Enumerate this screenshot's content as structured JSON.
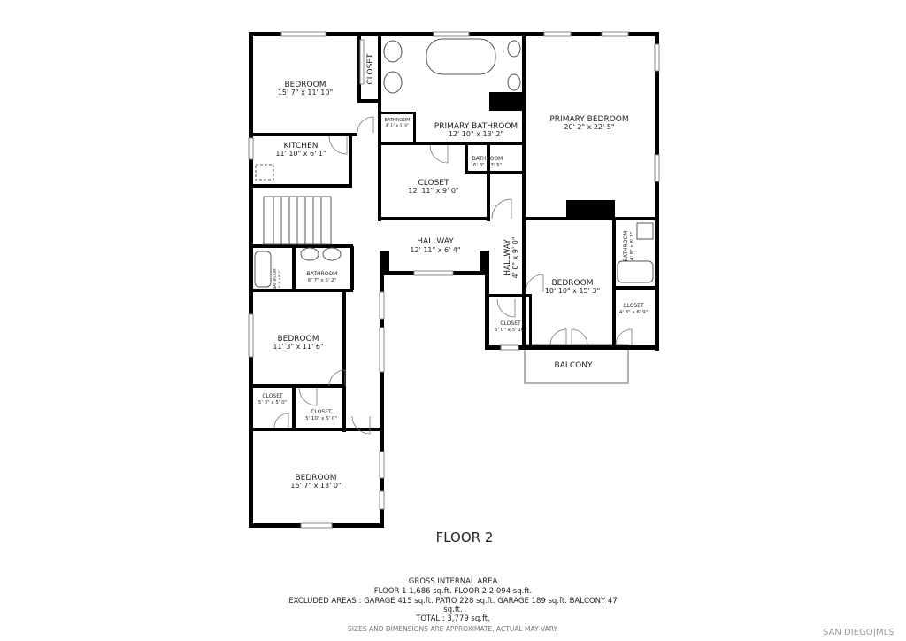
{
  "floor_title": "FLOOR 2",
  "rooms": {
    "bedroom_nw": {
      "name": "BEDROOM",
      "dims": "15' 7\" x 11' 10\""
    },
    "closet_nw": {
      "name": "CLOSET"
    },
    "kitchen": {
      "name": "KITCHEN",
      "dims": "11' 10\" x 6' 1\""
    },
    "bathroom_small_n": {
      "name": "BATHROOM",
      "dims": "4' 1\" x 5' 6\""
    },
    "primary_bathroom": {
      "name": "PRIMARY BATHROOM",
      "dims": "12' 10\" x 13' 2\""
    },
    "bathroom_n": {
      "name": "BATHROOM",
      "dims": "6' 8\" x 3' 5\""
    },
    "primary_bedroom": {
      "name": "PRIMARY BEDROOM",
      "dims": "20' 2\" x 22' 5\""
    },
    "closet_center": {
      "name": "CLOSET",
      "dims": "12' 11\" x 9' 0\""
    },
    "hallway": {
      "name": "HALLWAY",
      "dims": "12' 11\" x 6' 4\""
    },
    "hallway_vertical": {
      "name": "HALLWAY",
      "dims": "4' 0\" x 9' 0\""
    },
    "bedroom_e": {
      "name": "BEDROOM",
      "dims": "10' 10\" x 15' 3\""
    },
    "bathroom_e": {
      "name": "BATHROOM",
      "dims": "4' 8\" x 8' 2\""
    },
    "closet_e": {
      "name": "CLOSET",
      "dims": "4' 8\" x 6' 9\""
    },
    "closet_se": {
      "name": "CLOSET",
      "dims": "5' 0\" x 5' 10\""
    },
    "balcony": {
      "name": "BALCONY"
    },
    "bathroom_w_small": {
      "name": "BATHROOM",
      "dims": "5' 1\" x 8' 2\""
    },
    "bathroom_w": {
      "name": "BATHROOM",
      "dims": "6' 7\" x 5' 2\""
    },
    "bedroom_w": {
      "name": "BEDROOM",
      "dims": "11' 3\" x 11' 6\""
    },
    "closet_sw1": {
      "name": "CLOSET",
      "dims": "5' 0\" x 5' 0\""
    },
    "closet_sw2": {
      "name": "CLOSET",
      "dims": "5' 10\" x 5' 0\""
    },
    "bedroom_sw": {
      "name": "BEDROOM",
      "dims": "15' 7\" x 13' 0\""
    }
  },
  "area_info": {
    "heading": "GROSS INTERNAL AREA",
    "floors": "FLOOR 1 1,686 sq.ft.   FLOOR 2 2,094 sq.ft.",
    "excluded": "EXCLUDED AREAS :  GARAGE 415 sq.ft.   PATIO 228 sq.ft.   GARAGE 189 sq.ft.   BALCONY 47",
    "excluded_cont": "sq.ft.",
    "total": "TOTAL :  3,779 sq.ft.",
    "disclaimer": "SIZES AND DIMENSIONS ARE APPROXIMATE, ACTUAL MAY VARY."
  },
  "logo": "SAN DIEGO|MLS"
}
